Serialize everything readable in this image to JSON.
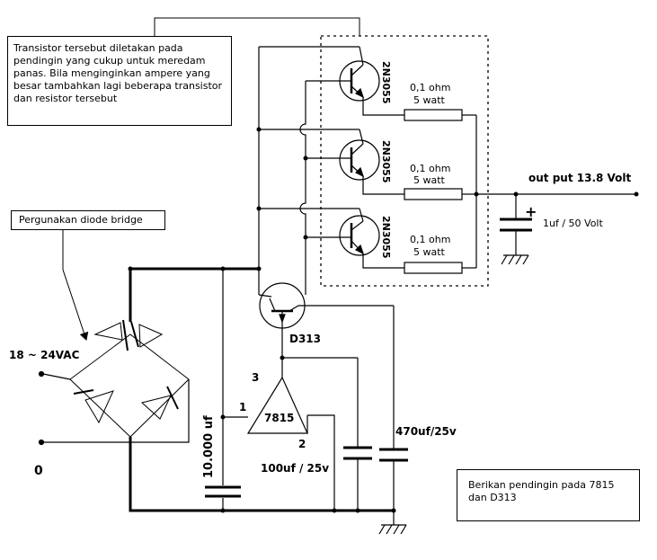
{
  "notes": {
    "transistor": "Transistor tersebut diletakan pada pendingin yang cukup untuk meredam panas. Bila menginginkan ampere yang besar tambahkan lagi beberapa transistor dan resistor tersebut",
    "bridge": "Pergunakan diode bridge",
    "cooling": "Berikan pendingin pada 7815 dan D313"
  },
  "labels": {
    "input_voltage": "18 ~ 24VAC",
    "zero": "0",
    "cap_main": "10.000 uf",
    "regulator": "7815",
    "pin1": "1",
    "pin2": "2",
    "pin3": "3",
    "driver": "D313",
    "cap_100": "100uf / 25v",
    "cap_470": "470uf/25v",
    "output": "out put 13.8 Volt",
    "cap_out": "1uf / 50 Volt",
    "cap_out_plus": "+"
  },
  "stages": [
    {
      "transistor": "2N3055",
      "resistance": "0,1 ohm",
      "power": "5 watt"
    },
    {
      "transistor": "2N3055",
      "resistance": "0,1 ohm",
      "power": "5 watt"
    },
    {
      "transistor": "2N3055",
      "resistance": "0,1 ohm",
      "power": "5 watt"
    }
  ]
}
